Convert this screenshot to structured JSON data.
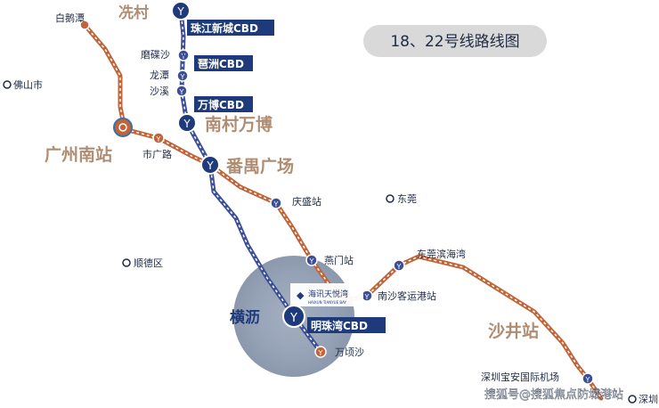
{
  "title": "18、22号线路线图",
  "colors": {
    "line18": "#3c4f96",
    "line22": "#c0643a",
    "navy": "#1e3a7a",
    "tan": "#b08d72",
    "titleBg": "#d9d9d9"
  },
  "cities": {
    "foshan": "佛山市",
    "dongguan": "东莞",
    "shunde": "顺德区"
  },
  "stations": {
    "baiE": "白鹅潭",
    "xiancun": "冼村",
    "zhujiang_cbd": "珠江新城CBD",
    "modiesha": "磨碟沙",
    "pazhou_cbd": "琶洲CBD",
    "longtan": "龙潭",
    "shaxi": "沙溪",
    "wanbo_cbd": "万博CBD",
    "nancun_wanbo": "南村万博",
    "guangzhou_south": "广州南站",
    "shiguang_lu": "市广路",
    "panyu_square": "番禺广场",
    "qingsheng": "庆盛站",
    "yanmen": "燕门站",
    "nansha_port": "南沙客运港站",
    "dg_binhai": "东莞滨海湾",
    "hengli": "横沥",
    "mingzhu_cbd": "明珠湾CBD",
    "wanqingsha": "万顷沙",
    "shajing": "沙井站",
    "sz_airport": "深圳宝安国际机场",
    "shenzhen": "深圳"
  },
  "logo": {
    "name": "海讯天悦湾",
    "sub": "HAIXUN TIANYUE BAY"
  },
  "watermark": "搜狐号@搜狐焦点防城港站"
}
